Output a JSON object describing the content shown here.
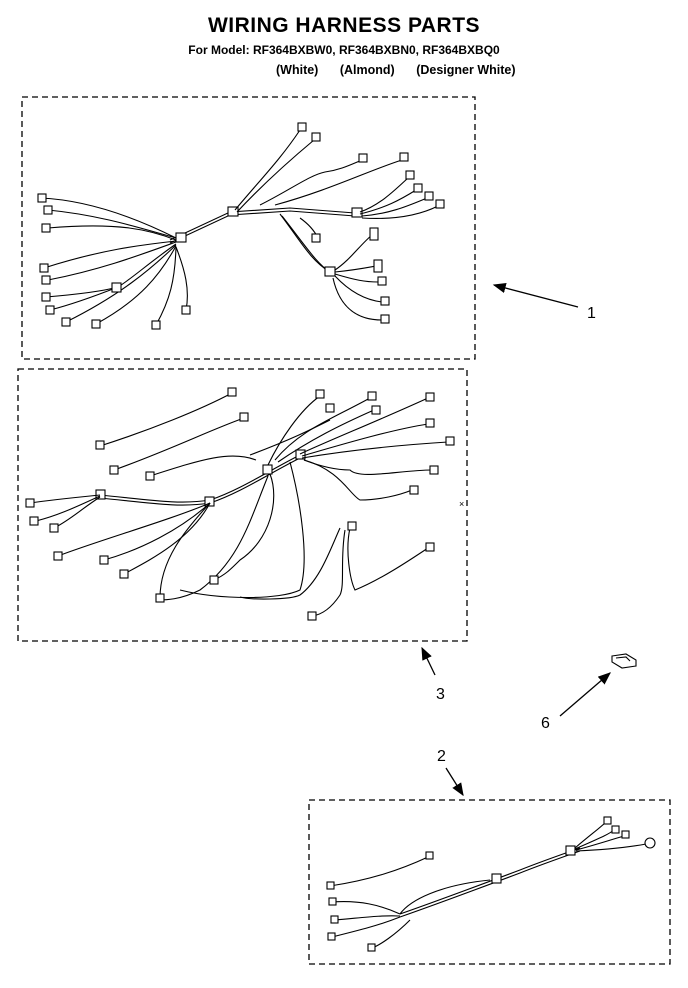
{
  "header": {
    "title": "WIRING HARNESS PARTS",
    "models": "For Model: RF364BXBW0, RF364BXBN0, RF364BXBQ0",
    "colors": [
      "(White)",
      "(Almond)",
      "(Designer White)"
    ]
  },
  "callouts": [
    "1",
    "3",
    "6",
    "2"
  ]
}
